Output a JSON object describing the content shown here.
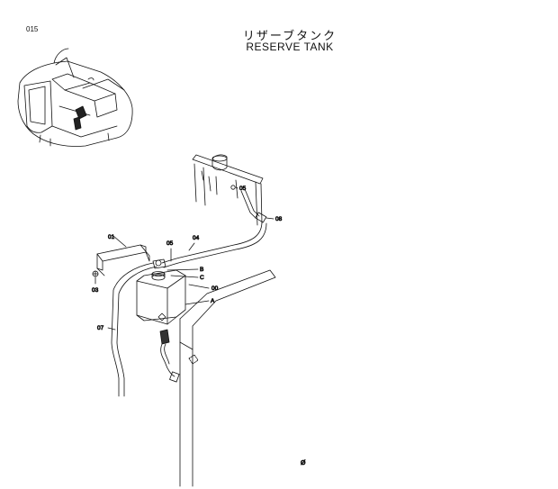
{
  "page": {
    "page_number": "015",
    "title_jp": "リザーブタンク",
    "title_en": "RESERVE TANK"
  },
  "callouts": {
    "c01": "01",
    "c03": "03",
    "c04": "04",
    "c05_top": "05",
    "c05_mid": "05",
    "c07": "07",
    "c08": "08",
    "c00": "00",
    "cA": "A",
    "cB": "B",
    "cC": "C"
  },
  "footer": {
    "mark": "Ø"
  }
}
